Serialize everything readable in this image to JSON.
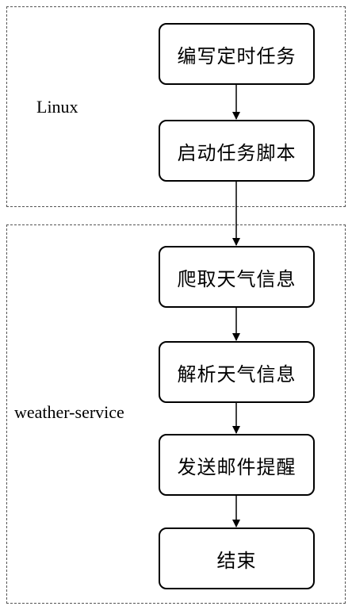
{
  "groups": {
    "linux": {
      "label": "Linux"
    },
    "weather_service": {
      "label": "weather-service"
    }
  },
  "steps": [
    {
      "label": "编写定时任务"
    },
    {
      "label": "启动任务脚本"
    },
    {
      "label": "爬取天气信息"
    },
    {
      "label": "解析天气信息"
    },
    {
      "label": "发送邮件提醒"
    },
    {
      "label": "结束"
    }
  ]
}
